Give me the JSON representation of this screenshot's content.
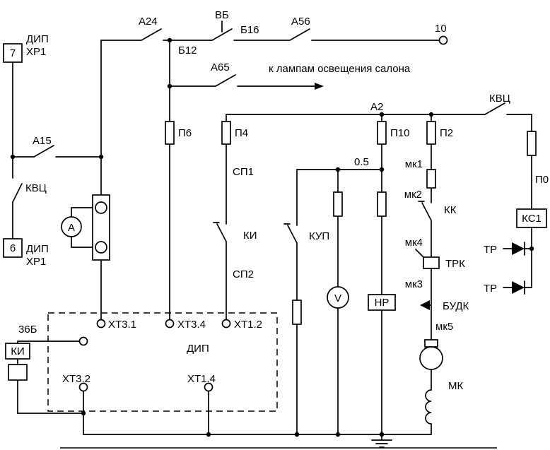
{
  "schematic": {
    "connector": {
      "dip": "ДИП",
      "xp1": "ХР1",
      "pin_top": "7",
      "pin_bottom": "6"
    },
    "breakers": {
      "a24": "А24",
      "a56": "А56",
      "a15": "А15",
      "a65": "А65"
    },
    "switches": {
      "vb": "ВБ",
      "kvc": "КВЦ"
    },
    "fuses": {
      "p6": "П6",
      "p4": "П4",
      "p10": "П10",
      "p2": "П2",
      "p0": "П0"
    },
    "wires": {
      "b12": "Б12",
      "b16": "Б16",
      "n10": "10",
      "n05": "0.5",
      "a2": "А2",
      "sp1": "СП1",
      "sp2": "СП2",
      "mk1": "мк1",
      "mk2": "мк2",
      "mk3": "мк3",
      "mk4": "мк4",
      "mk5": "мк5",
      "n36b": "36Б"
    },
    "contacts": {
      "ki": "КИ",
      "kup": "КУП",
      "kk": "КК"
    },
    "devices": {
      "ammeter": "А",
      "voltmeter": "V",
      "nr": "НР",
      "ks1": "КС1",
      "tr": "ТР",
      "trk": "ТРК",
      "budk": "БУДК",
      "motor": "МК"
    },
    "terminals": {
      "xt31": "ХТ3.1",
      "xt34": "ХТ3.4",
      "xt12": "ХТ1.2",
      "xt32": "ХТ3.2",
      "xt14": "ХТ1.4"
    },
    "blocks": {
      "dip": "ДИП"
    },
    "notes": {
      "salon_lamps": "к лампам освещения салона"
    }
  }
}
